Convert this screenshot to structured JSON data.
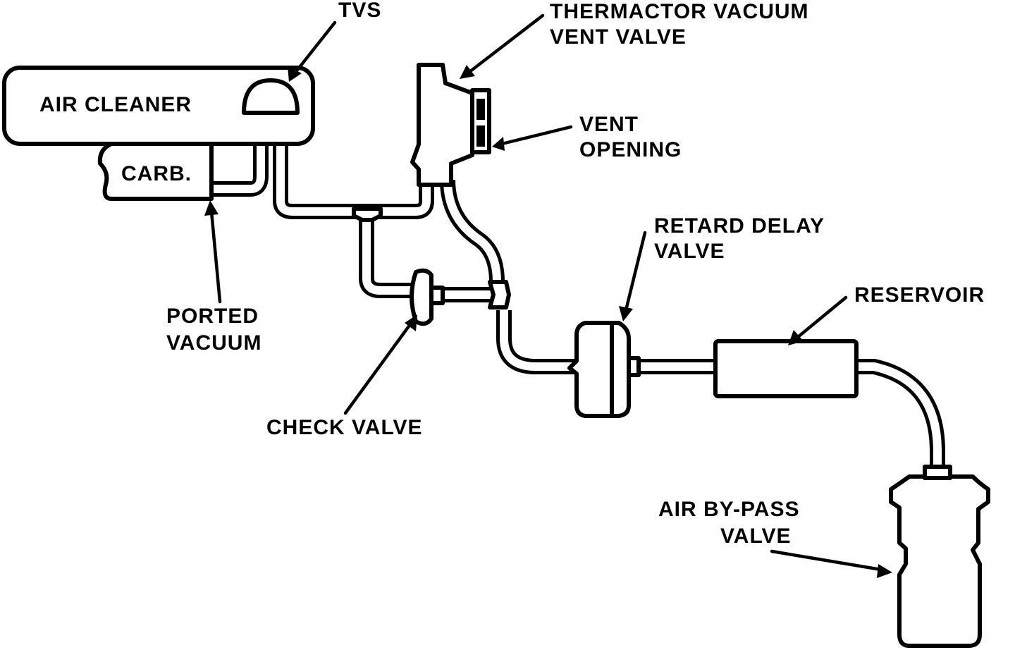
{
  "labels": {
    "tvs": "TVS",
    "thermactor_vacuum_vent_valve_line1": "THERMACTOR VACUUM",
    "thermactor_vacuum_vent_valve_line2": "VENT VALVE",
    "air_cleaner": "AIR CLEANER",
    "carb": "CARB.",
    "vent_opening_line1": "VENT",
    "vent_opening_line2": "OPENING",
    "retard_delay_valve_line1": "RETARD DELAY",
    "retard_delay_valve_line2": "VALVE",
    "reservoir": "RESERVOIR",
    "ported_vacuum_line1": "PORTED",
    "ported_vacuum_line2": "VACUUM",
    "check_valve": "CHECK VALVE",
    "air_bypass_valve_line1": "AIR BY-PASS",
    "air_bypass_valve_line2": "VALVE"
  }
}
